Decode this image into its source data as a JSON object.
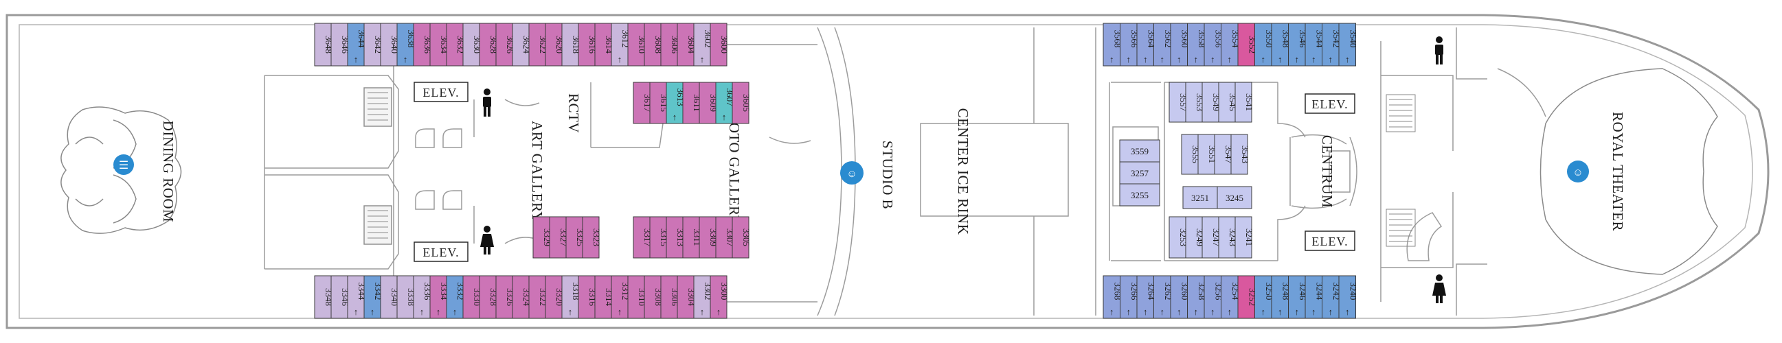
{
  "labels": {
    "dining_room": "DINING ROOM",
    "elev_a": "ELEV.",
    "elev_b": "ELEV.",
    "elev_c": "ELEV.",
    "elev_d": "ELEV.",
    "rctv": "RCTV",
    "art_gallery": "ART GALLERY",
    "photo_gallery": "PHOTO GALLERY",
    "studio_b": "STUDIO B",
    "ice_rink": "CENTER ICE RINK",
    "centrum": "CENTRUM",
    "royal_theater": "ROYAL THEATER"
  },
  "colors": {
    "lavender": "#c9b7dc",
    "blue": "#6f9fd8",
    "magenta": "#cc74b6",
    "aqua": "#5fc4c9",
    "periwinkle": "#8fa2dc",
    "pink": "#d9589e",
    "lightblue": "#c6c9ef",
    "restaurant_icon": "#2a8bd0"
  },
  "cabins": {
    "fwd_top_outer": [
      {
        "n": "3648",
        "c": "lavender",
        "a": false
      },
      {
        "n": "3646",
        "c": "lavender",
        "a": false
      },
      {
        "n": "3644",
        "c": "blue",
        "a": true
      },
      {
        "n": "3642",
        "c": "lavender",
        "a": false
      },
      {
        "n": "3640",
        "c": "lavender",
        "a": false
      },
      {
        "n": "3638",
        "c": "blue",
        "a": true
      },
      {
        "n": "3636",
        "c": "magenta",
        "a": false
      },
      {
        "n": "3634",
        "c": "magenta",
        "a": false
      },
      {
        "n": "3632",
        "c": "magenta",
        "a": false
      },
      {
        "n": "3630",
        "c": "lavender",
        "a": false
      },
      {
        "n": "3628",
        "c": "magenta",
        "a": false
      },
      {
        "n": "3626",
        "c": "magenta",
        "a": false
      },
      {
        "n": "3624",
        "c": "lavender",
        "a": false
      },
      {
        "n": "3622",
        "c": "magenta",
        "a": false
      },
      {
        "n": "3620",
        "c": "magenta",
        "a": false
      },
      {
        "n": "3618",
        "c": "lavender",
        "a": false
      },
      {
        "n": "3616",
        "c": "magenta",
        "a": false
      },
      {
        "n": "3614",
        "c": "magenta",
        "a": false
      },
      {
        "n": "3612",
        "c": "lavender",
        "a": true
      },
      {
        "n": "3610",
        "c": "magenta",
        "a": false
      },
      {
        "n": "3608",
        "c": "magenta",
        "a": false
      },
      {
        "n": "3606",
        "c": "magenta",
        "a": false
      },
      {
        "n": "3604",
        "c": "magenta",
        "a": false
      },
      {
        "n": "3602",
        "c": "lavender",
        "a": true
      },
      {
        "n": "3600",
        "c": "magenta",
        "a": false
      }
    ],
    "fwd_top_inner": [
      {
        "n": "3617",
        "c": "magenta",
        "a": false
      },
      {
        "n": "3615",
        "c": "magenta",
        "a": false
      },
      {
        "n": "3613",
        "c": "aqua",
        "a": true
      },
      {
        "n": "3611",
        "c": "magenta",
        "a": false
      },
      {
        "n": "3609",
        "c": "magenta",
        "a": false
      },
      {
        "n": "3607",
        "c": "aqua",
        "a": true
      },
      {
        "n": "3605",
        "c": "magenta",
        "a": false
      }
    ],
    "fwd_bot_inner_a": [
      {
        "n": "3329",
        "c": "magenta",
        "a": false
      },
      {
        "n": "3327",
        "c": "magenta",
        "a": false
      },
      {
        "n": "3325",
        "c": "magenta",
        "a": false
      },
      {
        "n": "3323",
        "c": "magenta",
        "a": false
      }
    ],
    "fwd_bot_inner_b": [
      {
        "n": "3317",
        "c": "magenta",
        "a": false
      },
      {
        "n": "3315",
        "c": "magenta",
        "a": false
      },
      {
        "n": "3313",
        "c": "magenta",
        "a": false
      },
      {
        "n": "3311",
        "c": "magenta",
        "a": false
      },
      {
        "n": "3309",
        "c": "magenta",
        "a": false
      },
      {
        "n": "3307",
        "c": "magenta",
        "a": false
      },
      {
        "n": "3305",
        "c": "magenta",
        "a": false
      }
    ],
    "fwd_bot_outer": [
      {
        "n": "3348",
        "c": "lavender",
        "a": false
      },
      {
        "n": "3346",
        "c": "lavender",
        "a": false
      },
      {
        "n": "3344",
        "c": "lavender",
        "a": true
      },
      {
        "n": "3342",
        "c": "blue",
        "a": true
      },
      {
        "n": "3340",
        "c": "lavender",
        "a": false
      },
      {
        "n": "3338",
        "c": "lavender",
        "a": false
      },
      {
        "n": "3336",
        "c": "lavender",
        "a": true
      },
      {
        "n": "3334",
        "c": "magenta",
        "a": true
      },
      {
        "n": "3332",
        "c": "blue",
        "a": true
      },
      {
        "n": "3330",
        "c": "magenta",
        "a": false
      },
      {
        "n": "3328",
        "c": "magenta",
        "a": false
      },
      {
        "n": "3326",
        "c": "magenta",
        "a": false
      },
      {
        "n": "3324",
        "c": "magenta",
        "a": false
      },
      {
        "n": "3322",
        "c": "magenta",
        "a": false
      },
      {
        "n": "3320",
        "c": "magenta",
        "a": false
      },
      {
        "n": "3318",
        "c": "lavender",
        "a": true
      },
      {
        "n": "3316",
        "c": "magenta",
        "a": false
      },
      {
        "n": "3314",
        "c": "magenta",
        "a": false
      },
      {
        "n": "3312",
        "c": "magenta",
        "a": true
      },
      {
        "n": "3310",
        "c": "magenta",
        "a": false
      },
      {
        "n": "3308",
        "c": "magenta",
        "a": false
      },
      {
        "n": "3306",
        "c": "magenta",
        "a": false
      },
      {
        "n": "3304",
        "c": "magenta",
        "a": false
      },
      {
        "n": "3302",
        "c": "lavender",
        "a": true
      },
      {
        "n": "3300",
        "c": "magenta",
        "a": true
      }
    ],
    "aft_top_outer": [
      {
        "n": "3568",
        "c": "periwinkle",
        "a": true
      },
      {
        "n": "3566",
        "c": "periwinkle",
        "a": true
      },
      {
        "n": "3564",
        "c": "periwinkle",
        "a": true
      },
      {
        "n": "3562",
        "c": "periwinkle",
        "a": true
      },
      {
        "n": "3560",
        "c": "periwinkle",
        "a": true
      },
      {
        "n": "3558",
        "c": "periwinkle",
        "a": true
      },
      {
        "n": "3556",
        "c": "periwinkle",
        "a": true
      },
      {
        "n": "3554",
        "c": "periwinkle",
        "a": true
      },
      {
        "n": "3552",
        "c": "pink",
        "a": false
      },
      {
        "n": "3550",
        "c": "blue",
        "a": true
      },
      {
        "n": "3548",
        "c": "blue",
        "a": true
      },
      {
        "n": "3546",
        "c": "blue",
        "a": true
      },
      {
        "n": "3544",
        "c": "blue",
        "a": true
      },
      {
        "n": "3542",
        "c": "blue",
        "a": true
      },
      {
        "n": "3540",
        "c": "blue",
        "a": true
      }
    ],
    "aft_top_inner": [
      {
        "n": "3557",
        "c": "lightblue",
        "a": false
      },
      {
        "n": "3553",
        "c": "lightblue",
        "a": false
      },
      {
        "n": "3549",
        "c": "lightblue",
        "a": false
      },
      {
        "n": "3545",
        "c": "lightblue",
        "a": false
      },
      {
        "n": "3541",
        "c": "lightblue",
        "a": false
      }
    ],
    "aft_mid_inner": [
      {
        "n": "3555",
        "c": "lightblue",
        "a": false
      },
      {
        "n": "3551",
        "c": "lightblue",
        "a": false
      },
      {
        "n": "3547",
        "c": "lightblue",
        "a": false
      },
      {
        "n": "3543",
        "c": "lightblue",
        "a": false
      }
    ],
    "aft_bot_inner": [
      {
        "n": "3253",
        "c": "lightblue",
        "a": false
      },
      {
        "n": "3249",
        "c": "lightblue",
        "a": false
      },
      {
        "n": "3247",
        "c": "lightblue",
        "a": false
      },
      {
        "n": "3243",
        "c": "lightblue",
        "a": false
      },
      {
        "n": "3241",
        "c": "lightblue",
        "a": false
      }
    ],
    "aft_stack": [
      {
        "n": "3559",
        "c": "lightblue",
        "a": false
      },
      {
        "n": "3257",
        "c": "lightblue",
        "a": false
      },
      {
        "n": "3255",
        "c": "lightblue",
        "a": false
      }
    ],
    "aft_pair": [
      {
        "n": "3251",
        "c": "lightblue",
        "a": false
      },
      {
        "n": "3245",
        "c": "lightblue",
        "a": false
      }
    ],
    "aft_bot_outer": [
      {
        "n": "3268",
        "c": "periwinkle",
        "a": true
      },
      {
        "n": "3266",
        "c": "periwinkle",
        "a": true
      },
      {
        "n": "3264",
        "c": "periwinkle",
        "a": true
      },
      {
        "n": "3262",
        "c": "periwinkle",
        "a": true
      },
      {
        "n": "3260",
        "c": "periwinkle",
        "a": true
      },
      {
        "n": "3258",
        "c": "periwinkle",
        "a": true
      },
      {
        "n": "3256",
        "c": "periwinkle",
        "a": true
      },
      {
        "n": "3254",
        "c": "periwinkle",
        "a": true
      },
      {
        "n": "3252",
        "c": "pink",
        "a": false
      },
      {
        "n": "3250",
        "c": "blue",
        "a": true
      },
      {
        "n": "3248",
        "c": "blue",
        "a": true
      },
      {
        "n": "3246",
        "c": "blue",
        "a": true
      },
      {
        "n": "3244",
        "c": "blue",
        "a": true
      },
      {
        "n": "3242",
        "c": "blue",
        "a": true
      },
      {
        "n": "3240",
        "c": "blue",
        "a": true
      }
    ]
  }
}
